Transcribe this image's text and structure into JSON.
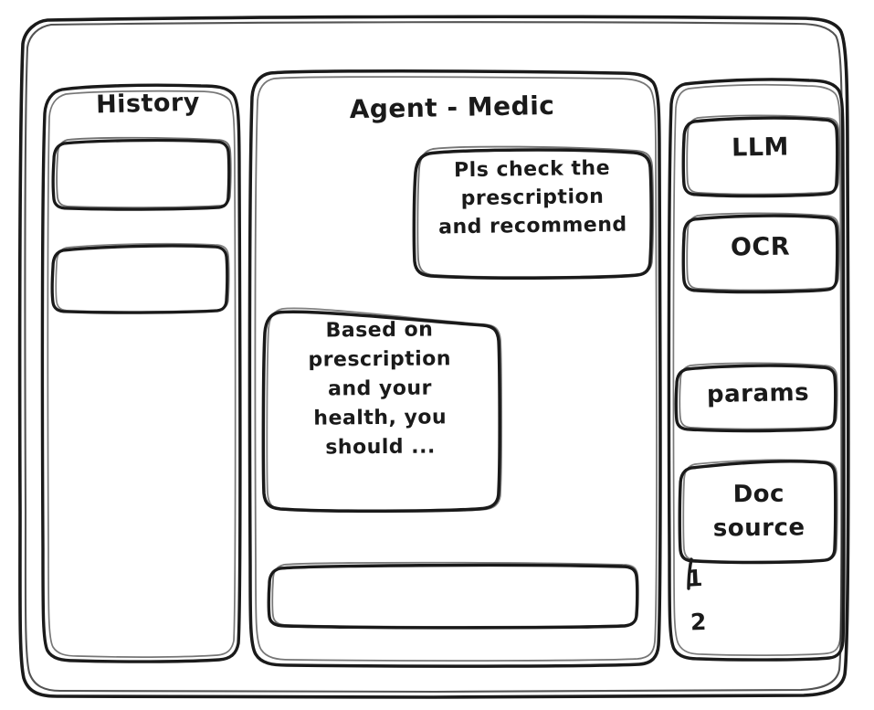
{
  "window": {
    "style": "hand-drawn-wireframe",
    "stroke_color": "#1a1a1a",
    "background_color": "#ffffff"
  },
  "sidebar": {
    "title": "History",
    "items": [
      {
        "label": "",
        "name": "history-item-1"
      },
      {
        "label": "",
        "name": "history-item-2"
      }
    ]
  },
  "main": {
    "title": "Agent - Medic",
    "messages": [
      {
        "role": "user",
        "text": "Pls check the\nprescription\nand recommend",
        "align": "right"
      },
      {
        "role": "agent",
        "text": "Based on\nprescription\nand your\nhealth, you\nshould ...",
        "align": "left"
      }
    ],
    "composer": {
      "value": "",
      "placeholder": ""
    }
  },
  "tools_panel": {
    "buttons": [
      {
        "label": "LLM",
        "name": "llm-button"
      },
      {
        "label": "OCR",
        "name": "ocr-button"
      },
      {
        "label": "params",
        "name": "params-button"
      },
      {
        "label": "Doc\nsource",
        "name": "doc-source-button"
      }
    ],
    "references": [
      {
        "label": "1"
      },
      {
        "label": "2"
      }
    ]
  }
}
